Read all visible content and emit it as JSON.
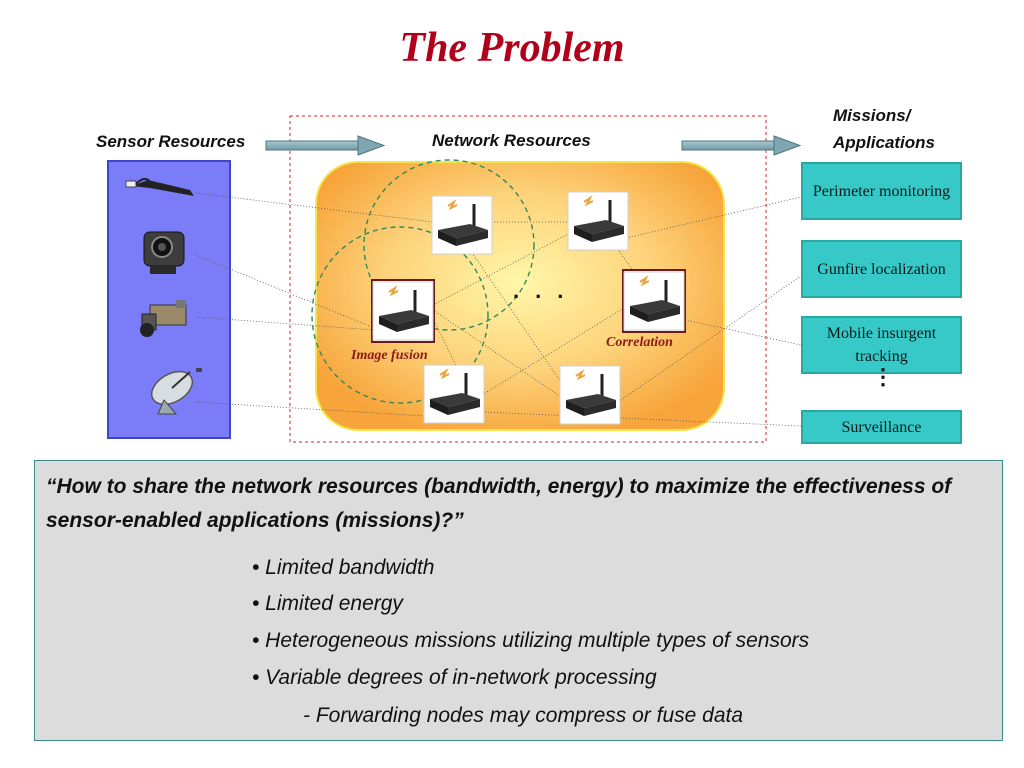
{
  "slide": {
    "title": "The Problem",
    "headers": {
      "sensor_resources": "Sensor Resources",
      "network_resources": "Network Resources",
      "missions_line1": "Missions/",
      "missions_line2": "Applications"
    },
    "captions": {
      "image_fusion": "Image fusion",
      "correlation": "Correlation",
      "ellipsis_h": "...",
      "ellipsis_v": "⋮"
    },
    "missions": [
      "Perimeter monitoring",
      "Gunfire localization",
      "Mobile insurgent tracking",
      "Surveillance"
    ],
    "sensors": [
      "microphone-sensor-icon",
      "ptz-camera-icon",
      "cctv-camera-icon",
      "satellite-dish-icon"
    ],
    "question": "“How to share the network resources (bandwidth, energy) to maximize the effectiveness of sensor-enabled applications (missions)?”",
    "bullets": [
      "• Limited bandwidth",
      "• Limited energy",
      "• Heterogeneous missions utilizing multiple types of sensors",
      "• Variable degrees of in-network processing"
    ],
    "sub_bullet": "- Forwarding nodes may compress or fuse data",
    "colors": {
      "title": "#b3001a",
      "sensor_panel": "#7b7cf7",
      "network_area_edge": "#f7a43a",
      "network_area_center": "#fff7a8",
      "mission_box": "#36c9c7",
      "question_box": "#dcdcdc"
    }
  }
}
